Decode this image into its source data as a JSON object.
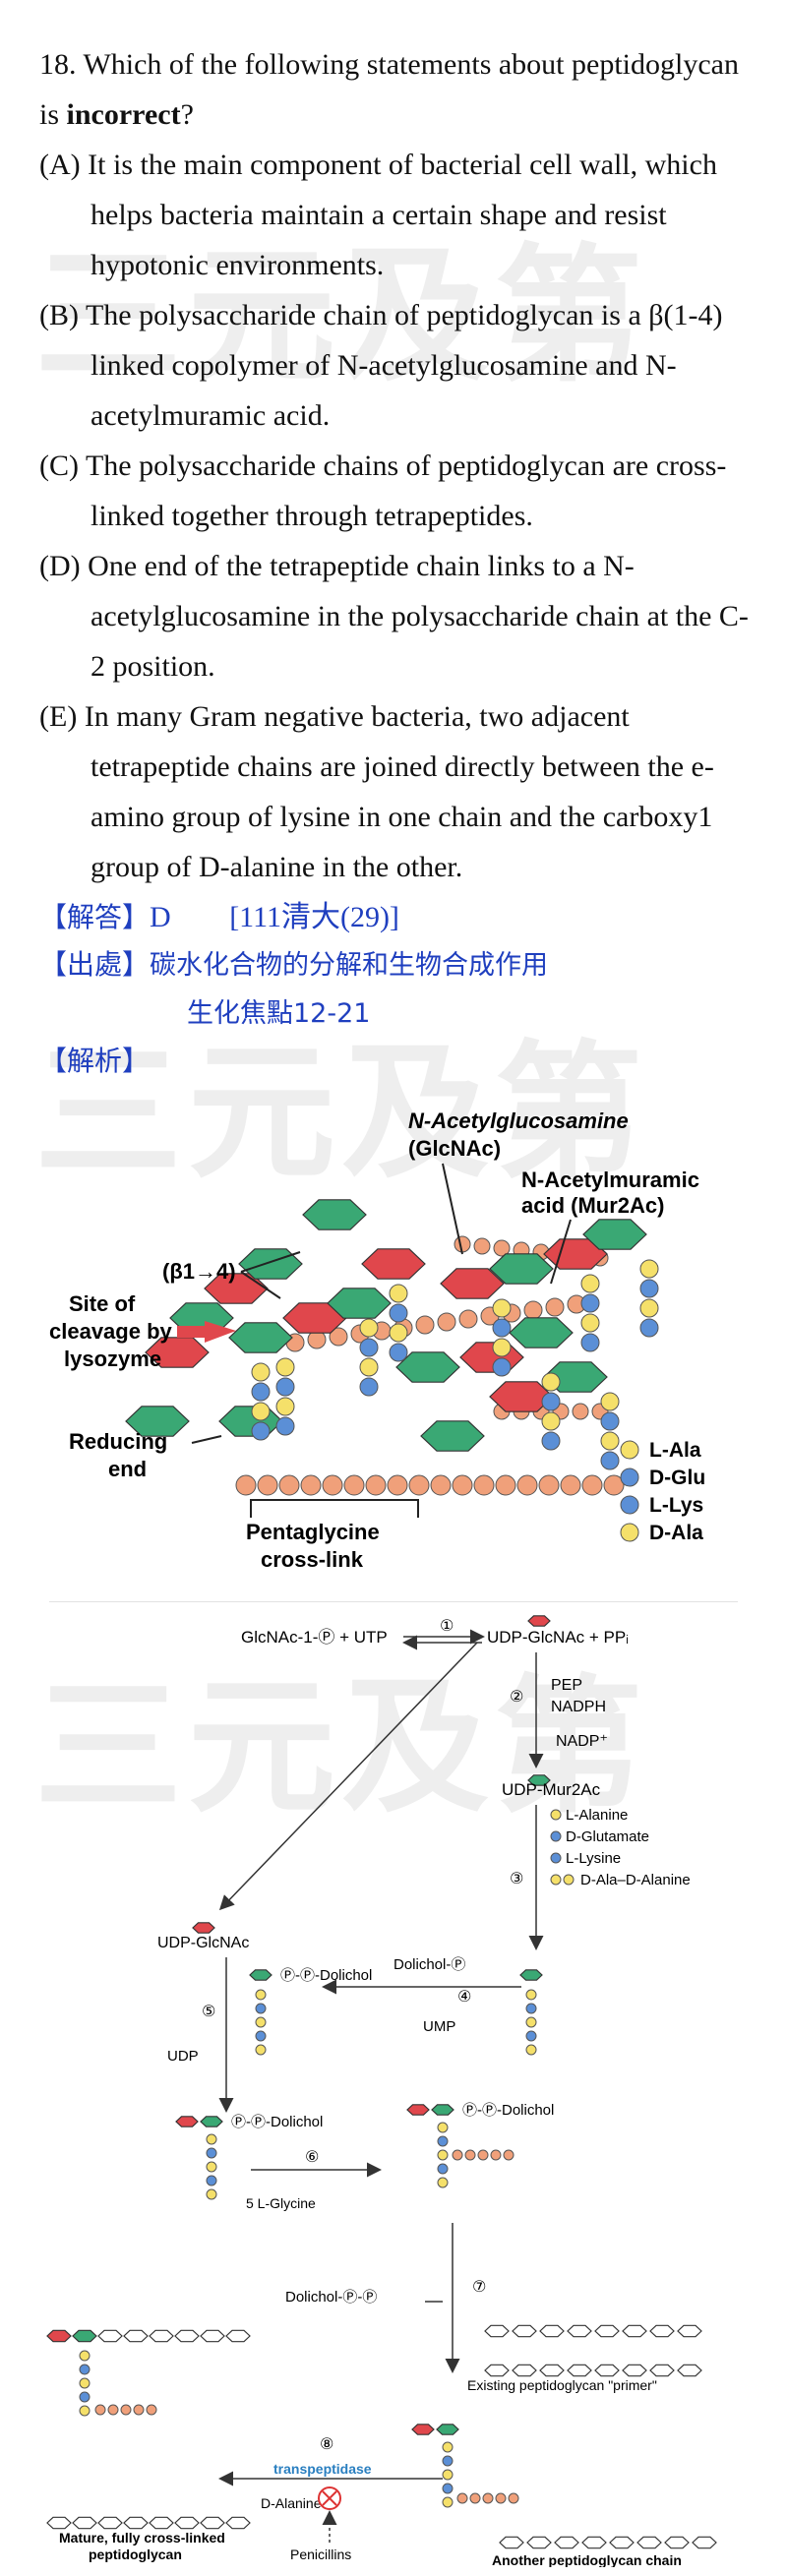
{
  "question": {
    "number": "18.",
    "stem_before": "Which of the following statements about peptidoglycan is ",
    "stem_bold": "incorrect",
    "stem_after": "?",
    "options": [
      {
        "label": "(A)",
        "text": "It is the main component of bacterial cell wall, which helps bacteria maintain a certain shape and resist hypotonic environments."
      },
      {
        "label": "(B)",
        "text": "The polysaccharide chain of peptidoglycan is a β(1-4) linked copolymer of N-acetylglucosamine and N-acetylmuramic acid."
      },
      {
        "label": "(C)",
        "text": "The polysaccharide chains of peptidoglycan are cross-linked together through tetrapeptides."
      },
      {
        "label": "(D)",
        "text": "One end of the tetrapeptide chain links to a N-acetylglucosamine in the polysaccharide chain at the C-2 position."
      },
      {
        "label": "(E)",
        "text": "In many Gram negative bacteria, two adjacent tetrapeptide chains are joined directly between the e-amino group of lysine in one chain and the carboxy1 group of D-alanine in the other."
      }
    ]
  },
  "answer": {
    "label": "【解答】",
    "value": "D",
    "source": "[111清大(29)]"
  },
  "origin": {
    "label": "【出處】",
    "line1": "碳水化合物的分解和生物合成作用",
    "line2": "生化焦點12-21"
  },
  "analysis": {
    "label": "【解析】"
  },
  "watermark": "三元及第",
  "figure1": {
    "glcnac": "N-Acetylglucosamine",
    "glcnac_abbr": "(GlcNAc)",
    "murnac": "N-Acetylmuramic",
    "murnac2": "acid (Mur2Ac)",
    "beta": "(β1→4)",
    "site1": "Site of",
    "site2": "cleavage by",
    "site3": "lysozyme",
    "reducing1": "Reducing",
    "reducing2": "end",
    "penta1": "Pentaglycine",
    "penta2": "cross-link",
    "aa": [
      "L-Ala",
      "D-Glu",
      "L-Lys",
      "D-Ala"
    ]
  },
  "figure2": {
    "r1_left": "GlcNAc-1-Ⓟ + UTP",
    "r1_right": "UDP-GlcNAc + PPᵢ",
    "step1": "①",
    "step2": "②",
    "pep": "PEP",
    "nadph": "NADPH",
    "nadp": "NADP⁺",
    "udp_mur": "UDP-Mur2Ac",
    "step3": "③",
    "aa1": "L-Alanine",
    "aa2": "D-Glutamate",
    "aa3": "L-Lysine",
    "aa4": "D-Ala–D-Alanine",
    "udp_glcnac": "UDP-GlcNAc",
    "dolichol_pp": "Ⓟ-Ⓟ-Dolichol",
    "step5": "⑤",
    "udp": "UDP",
    "dolichol_p": "Dolichol-Ⓟ",
    "step4": "④",
    "ump": "UMP",
    "step6": "⑥",
    "glycine": "5 L-Glycine",
    "step7": "⑦",
    "dolichol_pp2": "Dolichol-Ⓟ-Ⓟ",
    "primer": "Existing peptidoglycan \"primer\"",
    "step8": "⑧",
    "transpeptidase": "transpeptidase",
    "d_alanine": "D-Alanine",
    "penicillins": "Penicillins",
    "mature1": "Mature, fully cross-linked",
    "mature2": "peptidoglycan",
    "another": "Another peptidoglycan chain"
  },
  "colors": {
    "answer_blue": "#1f3fbf",
    "glcnac_green": "#3aa874",
    "murnac_red": "#e0474c",
    "chain_orange": "#f0a07a",
    "ala_yellow": "#f5e06a",
    "glu_blue": "#5b8fd6",
    "transpeptidase_blue": "#2a7fc0"
  }
}
